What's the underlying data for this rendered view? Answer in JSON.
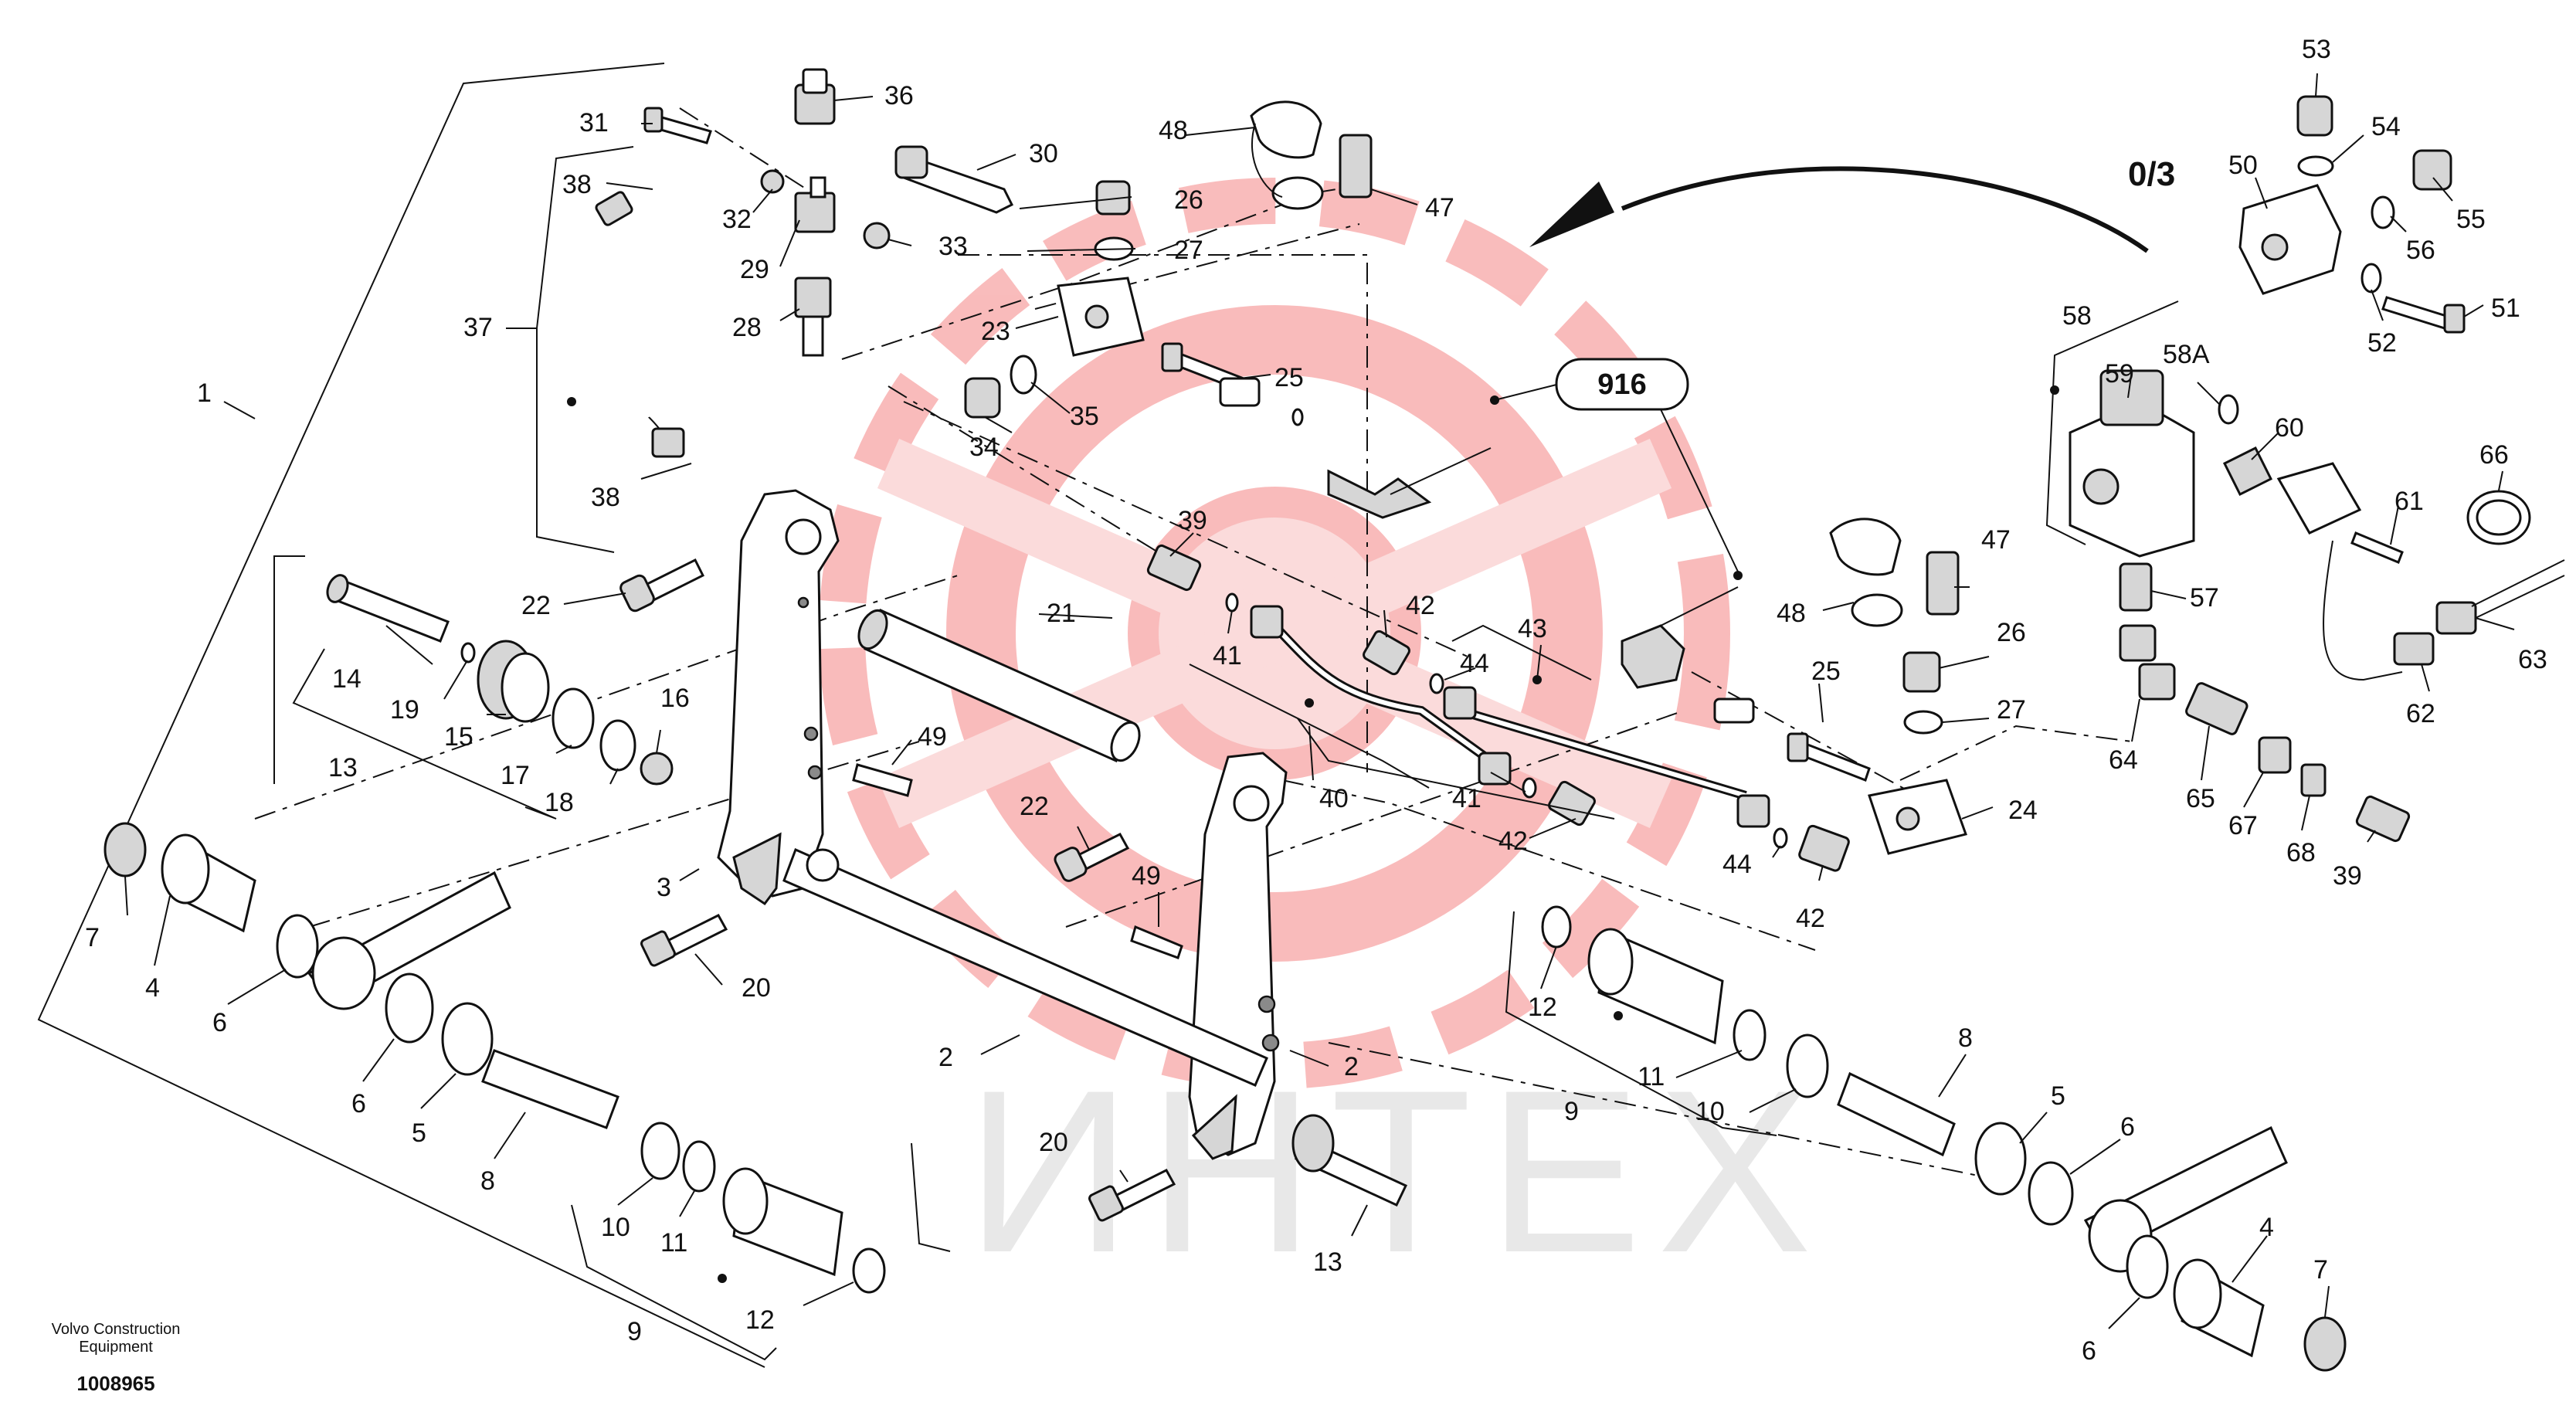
{
  "diagram": {
    "assembly_label": "0/3",
    "callout_916": "916",
    "caption": {
      "company_line1": "Volvo Construction",
      "company_line2": "Equipment",
      "drawing_number": "1008965"
    },
    "watermark": "ИНТЕХ",
    "watermark_color": "#f26a6a",
    "labels": {
      "l1": "1",
      "l2a": "2",
      "l2b": "2",
      "l3": "3",
      "l4a": "4",
      "l4b": "4",
      "l5a": "5",
      "l5b": "5",
      "l6a": "6",
      "l6b": "6",
      "l6c": "6",
      "l6d": "6",
      "l7a": "7",
      "l7b": "7",
      "l8a": "8",
      "l8b": "8",
      "l9a": "9",
      "l9b": "9",
      "l10a": "10",
      "l10b": "10",
      "l11a": "11",
      "l11b": "11",
      "l12a": "12",
      "l12b": "12",
      "l13a": "13",
      "l13b": "13",
      "l14": "14",
      "l15": "15",
      "l16": "16",
      "l17": "17",
      "l18": "18",
      "l19": "19",
      "l20a": "20",
      "l20b": "20",
      "l21": "21",
      "l22a": "22",
      "l22b": "22",
      "l23": "23",
      "l24": "24",
      "l25a": "25",
      "l25b": "25",
      "l26a": "26",
      "l26b": "26",
      "l27a": "27",
      "l27b": "27",
      "l28": "28",
      "l29": "29",
      "l30": "30",
      "l31": "31",
      "l32": "32",
      "l33": "33",
      "l34": "34",
      "l35": "35",
      "l36": "36",
      "l37": "37",
      "l38a": "38",
      "l38b": "38",
      "l39a": "39",
      "l39b": "39",
      "l40": "40",
      "l41a": "41",
      "l41b": "41",
      "l42a": "42",
      "l42b": "42",
      "l42c": "42",
      "l43": "43",
      "l44a": "44",
      "l44b": "44",
      "l47a": "47",
      "l47b": "47",
      "l48a": "48",
      "l48b": "48",
      "l49a": "49",
      "l49b": "49",
      "l50": "50",
      "l51": "51",
      "l52": "52",
      "l53": "53",
      "l54": "54",
      "l55": "55",
      "l56": "56",
      "l57": "57",
      "l58": "58",
      "l58a": "58A",
      "l59": "59",
      "l60": "60",
      "l61": "61",
      "l62": "62",
      "l63": "63",
      "l64": "64",
      "l65": "65",
      "l66": "66",
      "l67": "67",
      "l68": "68"
    }
  }
}
